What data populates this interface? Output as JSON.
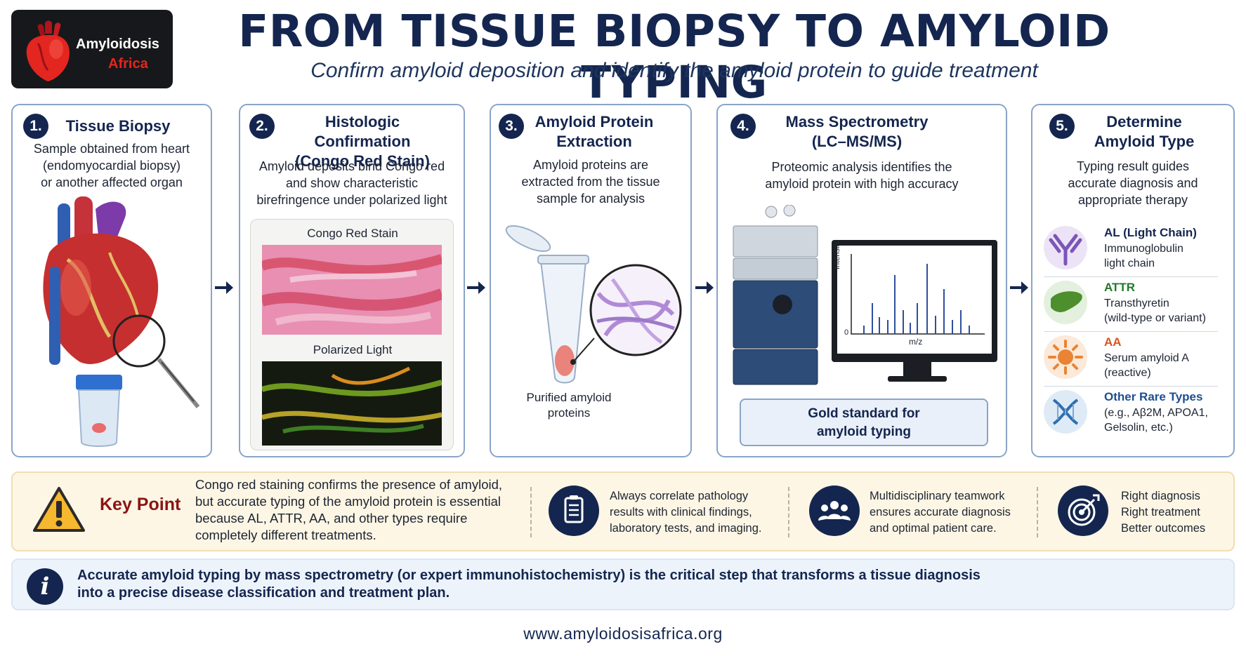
{
  "logo": {
    "name": "Amyloidosis",
    "sub": "Africa"
  },
  "header": {
    "title": "FROM TISSUE BIOPSY TO AMYLOID TYPING",
    "subtitle": "Confirm amyloid deposition and identify the amyloid protein to guide treatment"
  },
  "steps": [
    {
      "num": "1.",
      "title": "Tissue Biopsy",
      "desc": [
        "Sample obtained from heart",
        "(endomyocardial biopsy)",
        "or another affected organ"
      ]
    },
    {
      "num": "2.",
      "title": [
        "Histologic Confirmation",
        "(Congo Red Stain)"
      ],
      "desc": [
        "Amyloid deposits bind Congo red",
        "and show characteristic",
        "birefringence under polarized light"
      ],
      "images": [
        "Congo Red Stain",
        "Polarized Light"
      ]
    },
    {
      "num": "3.",
      "title": [
        "Amyloid Protein",
        "Extraction"
      ],
      "desc": [
        "Amyloid proteins are",
        "extracted from the tissue",
        "sample for analysis"
      ],
      "caption": [
        "Purified amyloid",
        "proteins"
      ]
    },
    {
      "num": "4.",
      "title": [
        "Mass Spectrometry",
        "(LC–MS/MS)"
      ],
      "desc": [
        "Proteomic analysis identifies the",
        "amyloid protein with high accuracy"
      ],
      "chart": {
        "ylabel": "Intensity",
        "xlabel": "m/z",
        "origin": "0"
      },
      "note": [
        "Gold standard for",
        "amyloid typing"
      ]
    },
    {
      "num": "5.",
      "title": [
        "Determine",
        "Amyloid Type"
      ],
      "desc": [
        "Typing result guides",
        "accurate diagnosis and",
        "appropriate therapy"
      ]
    }
  ],
  "types": [
    {
      "name": "AL (Light Chain)",
      "desc": [
        "Immunoglobulin",
        "light chain"
      ],
      "color": "#14264f",
      "icon": "antibody-icon"
    },
    {
      "name": "ATTR",
      "desc": [
        "Transthyretin",
        "(wild-type or variant)"
      ],
      "color": "#1f7a2a",
      "icon": "liver-icon"
    },
    {
      "name": "AA",
      "desc": [
        "Serum amyloid A",
        "(reactive)"
      ],
      "color": "#d9531e",
      "icon": "inflammation-icon"
    },
    {
      "name": "Other Rare Types",
      "desc": [
        "(e.g., Aβ2M, APOA1,",
        "Gelsolin, etc.)"
      ],
      "color": "#1d4f91",
      "icon": "dna-icon"
    }
  ],
  "keypoint": {
    "title": "Key Point",
    "text": [
      "Congo red staining confirms the presence of amyloid,",
      "but accurate typing of the amyloid protein is essential",
      "because AL, ATTR, AA, and other types require",
      "completely different treatments."
    ],
    "items": [
      {
        "icon": "clipboard-icon",
        "lines": [
          "Always correlate pathology",
          "results with clinical findings,",
          "laboratory tests, and imaging."
        ]
      },
      {
        "icon": "team-icon",
        "lines": [
          "Multidisciplinary teamwork",
          "ensures accurate diagnosis",
          "and optimal patient care."
        ]
      },
      {
        "icon": "target-icon",
        "lines": [
          "Right diagnosis",
          "Right treatment",
          "Better outcomes"
        ]
      }
    ]
  },
  "info": {
    "lines": [
      "Accurate amyloid typing by mass spectrometry (or expert immunohistochemistry) is the critical step that transforms a tissue diagnosis",
      "into a precise disease classification and treatment plan."
    ]
  },
  "footer": "www.amyloidosisafrica.org"
}
